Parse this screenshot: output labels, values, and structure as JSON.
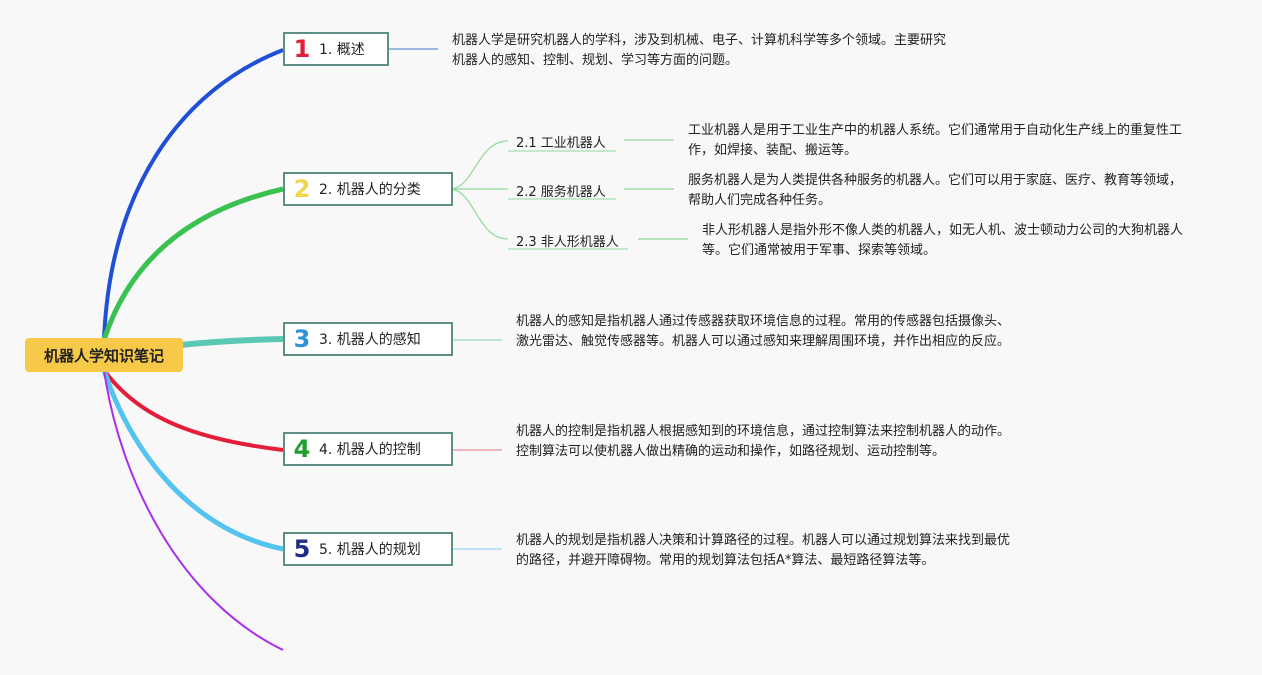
{
  "colors": {
    "root": "#f7c948",
    "branch1": "#1f4fd6",
    "branch2": "#39c152",
    "branch3": "#5bc8b3",
    "branch4": "#e41d3a",
    "branch5": "#55c3f0",
    "branch6": "#aa2ee8"
  },
  "root": {
    "label": "机器人学知识笔记"
  },
  "topics": [
    {
      "badge": "1",
      "badge_color": "#e41d3a",
      "label": "1. 概述",
      "note": "机器人学是研究机器人的学科，涉及到机械、电子、计算机科学等多个领域。主要研究机器人的感知、控制、规划、学习等方面的问题。"
    },
    {
      "badge": "2",
      "badge_color": "#f2d64a",
      "label": "2. 机器人的分类",
      "subs": [
        {
          "label": "2.1 工业机器人",
          "note": "工业机器人是用于工业生产中的机器人系统。它们通常用于自动化生产线上的重复性工作，如焊接、装配、搬运等。"
        },
        {
          "label": "2.2 服务机器人",
          "note": "服务机器人是为人类提供各种服务的机器人。它们可以用于家庭、医疗、教育等领域，帮助人们完成各种任务。"
        },
        {
          "label": "2.3 非人形机器人",
          "note": "非人形机器人是指外形不像人类的机器人，如无人机、波士顿动力公司的大狗机器人等。它们通常被用于军事、探索等领域。"
        }
      ]
    },
    {
      "badge": "3",
      "badge_color": "#2d93d4",
      "label": "3. 机器人的感知",
      "note": "机器人的感知是指机器人通过传感器获取环境信息的过程。常用的传感器包括摄像头、激光雷达、触觉传感器等。机器人可以通过感知来理解周围环境，并作出相应的反应。"
    },
    {
      "badge": "4",
      "badge_color": "#1d9e2e",
      "label": "4. 机器人的控制",
      "note": "机器人的控制是指机器人根据感知到的环境信息，通过控制算法来控制机器人的动作。控制算法可以使机器人做出精确的运动和操作，如路径规划、运动控制等。"
    },
    {
      "badge": "5",
      "badge_color": "#1f2d86",
      "label": "5. 机器人的规划",
      "note": "机器人的规划是指机器人决策和计算路径的过程。机器人可以通过规划算法来找到最优的路径，并避开障碍物。常用的规划算法包括A*算法、最短路径算法等。"
    }
  ]
}
